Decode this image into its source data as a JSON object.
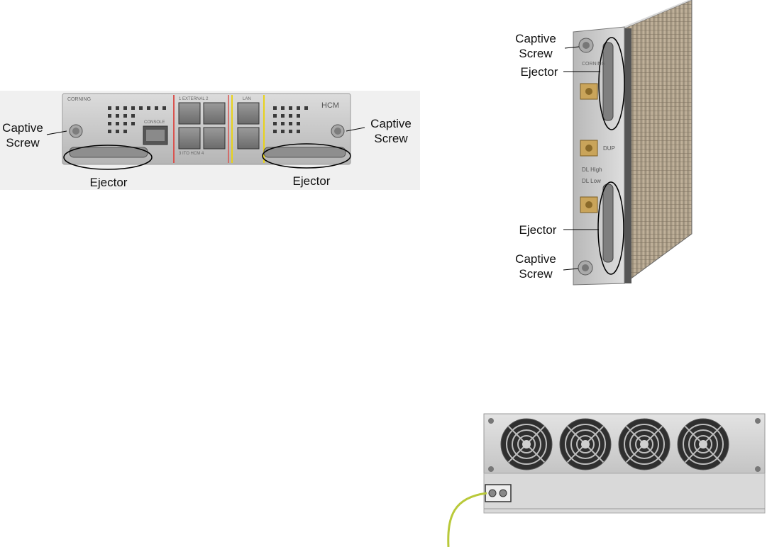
{
  "figure_hcm_front": {
    "panel_logo": "CORNING",
    "panel_name": "HCM",
    "console_label": "CONSOLE",
    "external_label": "1  EXTERNAL  2",
    "ito_hcm_label": "3  ITO HCM  4",
    "lan_label": "LAN",
    "callouts": {
      "captive_screw_left": "Captive Screw",
      "captive_screw_right": "Captive Screw",
      "ejector_left": "Ejector",
      "ejector_right": "Ejector"
    }
  },
  "figure_rf_module": {
    "panel_logo": "CORNING",
    "port_dup": "DUP",
    "label_dl_high": "DL High",
    "label_dl_low": "DL Low",
    "callouts": {
      "captive_screw_top": "Captive Screw",
      "ejector_top": "Ejector",
      "ejector_bottom": "Ejector",
      "captive_screw_bottom": "Captive Screw"
    }
  },
  "figure_fan_unit": {
    "fan_count": 4
  }
}
